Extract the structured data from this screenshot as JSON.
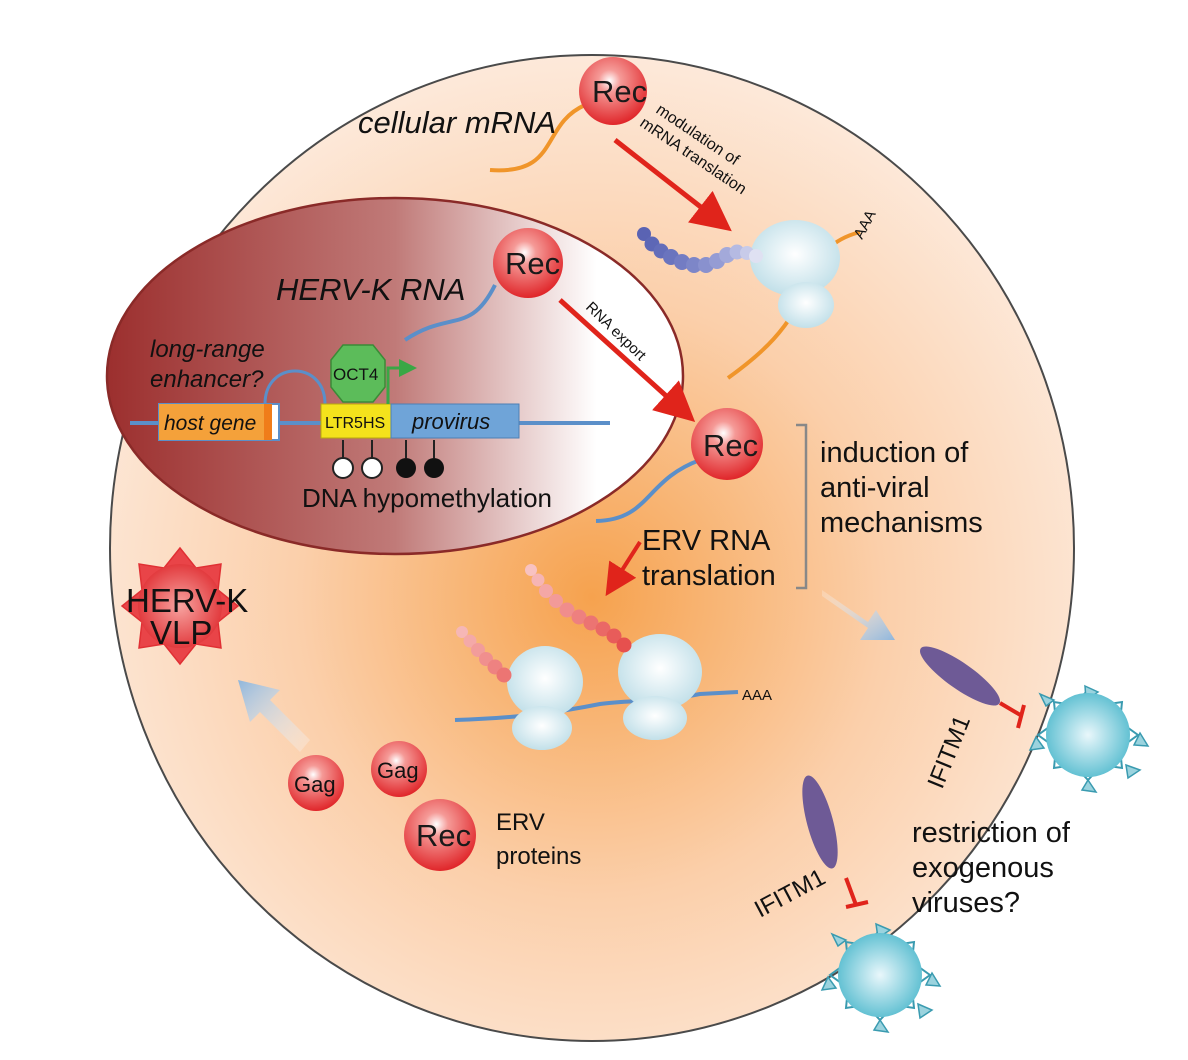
{
  "labels": {
    "cellular_mrna": "cellular mRNA",
    "modulation_line1": "modulation of",
    "modulation_line2": "mRNA translation",
    "aaa_top": "AAA",
    "herv_k_rna": "HERV-K RNA",
    "rna_export": "RNA export",
    "long_range_line1": "long-range",
    "long_range_line2": "enhancer?",
    "oct4": "OCT4",
    "host_gene": "host gene",
    "ltr5hs": "LTR5HS",
    "provirus": "provirus",
    "dna_hypomethylation": "DNA  hypomethylation",
    "erv_rna_line1": "ERV RNA",
    "erv_rna_line2": "translation",
    "induction_line1": "induction of",
    "induction_line2": "anti-viral",
    "induction_line3": "mechanisms",
    "aaa_bottom": "AAA",
    "vlp_line1": "HERV-K",
    "vlp_line2": "VLP",
    "gag": "Gag",
    "rec": "Rec",
    "erv_proteins_line1": "ERV",
    "erv_proteins_line2": "proteins",
    "ifitm1": "IFITM1",
    "restriction_line1": "restriction of",
    "restriction_line2": "exogenous",
    "restriction_line3": "viruses?"
  },
  "colors": {
    "cell_fill": "#fbd9bf",
    "nucleus_dark": "#a8413f",
    "rec_red": "#e8383a",
    "rna_blue": "#5b8fc9",
    "mrna_orange": "#f0952a",
    "arrow_red": "#e0241b",
    "ribosome": "#cfe8f0",
    "ifitm_purple": "#6e5a96",
    "virus_teal": "#4fb6c8",
    "oct4_green": "#47b44a",
    "ltr_yellow": "#f4e21c"
  }
}
